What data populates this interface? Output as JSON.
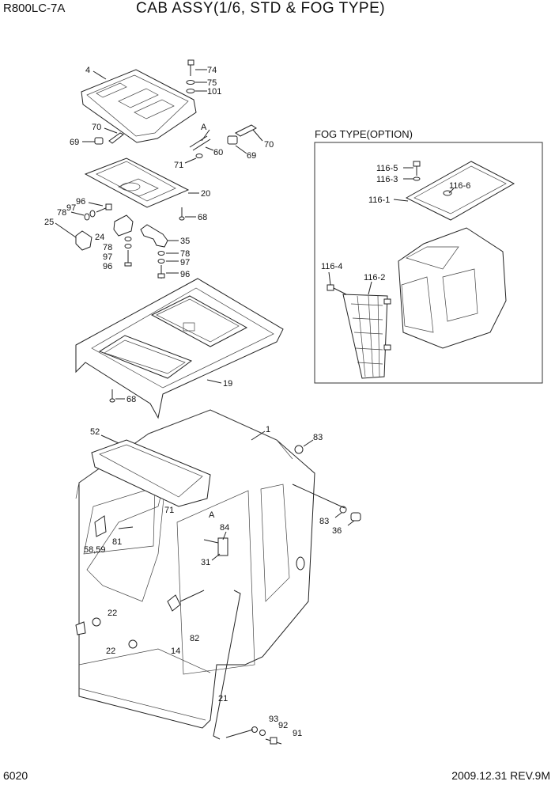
{
  "header": {
    "model": "R800LC-7A",
    "title": "CAB ASSY(1/6, STD & FOG TYPE)"
  },
  "footer": {
    "page_number": "6020",
    "date_revision": "2009.12.31  REV.9M"
  },
  "option_box": {
    "title": "FOG TYPE(OPTION)"
  },
  "callouts": {
    "c4": "4",
    "c74": "74",
    "c75": "75",
    "c101": "101",
    "c70a": "70",
    "c69a": "69",
    "cA1": "A",
    "c70b": "70",
    "c71a": "71",
    "c60": "60",
    "c69b": "69",
    "c20": "20",
    "c96a": "96",
    "c97a": "97",
    "c78a": "78",
    "c68a": "68",
    "c25": "25",
    "c24": "24",
    "c35": "35",
    "c78b": "78",
    "c97b": "97",
    "c96b": "96",
    "c78c": "78",
    "c97c": "97",
    "c96c": "96",
    "c19": "19",
    "c68b": "68",
    "c52": "52",
    "c1": "1",
    "c83a": "83",
    "c71b": "71",
    "cA2": "A",
    "c83b": "83",
    "c36": "36",
    "c84": "84",
    "c5859": "58,59",
    "c81": "81",
    "c31": "31",
    "c22a": "22",
    "c22b": "22",
    "c82": "82",
    "c14": "14",
    "c21": "21",
    "c93": "93",
    "c92": "92",
    "c91": "91",
    "c1165": "116-5",
    "c1163": "116-3",
    "c1166": "116-6",
    "c1161": "116-1",
    "c1164": "116-4",
    "c1162": "116-2"
  }
}
